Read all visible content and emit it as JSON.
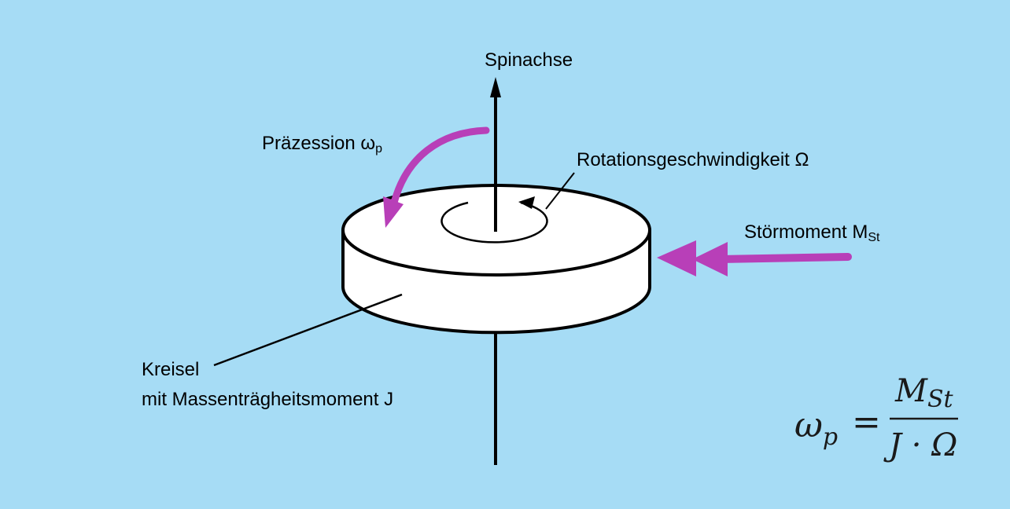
{
  "labels": {
    "spin_axis": "Spinachse",
    "precession": "Präzession ω",
    "precession_sub": "p",
    "rotation_speed": "Rotationsgeschwindigkeit Ω",
    "disturbance": "Störmoment M",
    "disturbance_sub": "St",
    "gyro_line1": "Kreisel",
    "gyro_line2": "mit Massenträgheitsmoment J"
  },
  "formula": {
    "lhs": "ω",
    "lhs_sub": "p",
    "equals": "=",
    "numerator": "M",
    "numerator_sub": "St",
    "denominator": "J · Ω"
  },
  "colors": {
    "background": "#a6dcf5",
    "accent": "#b83fb8"
  }
}
